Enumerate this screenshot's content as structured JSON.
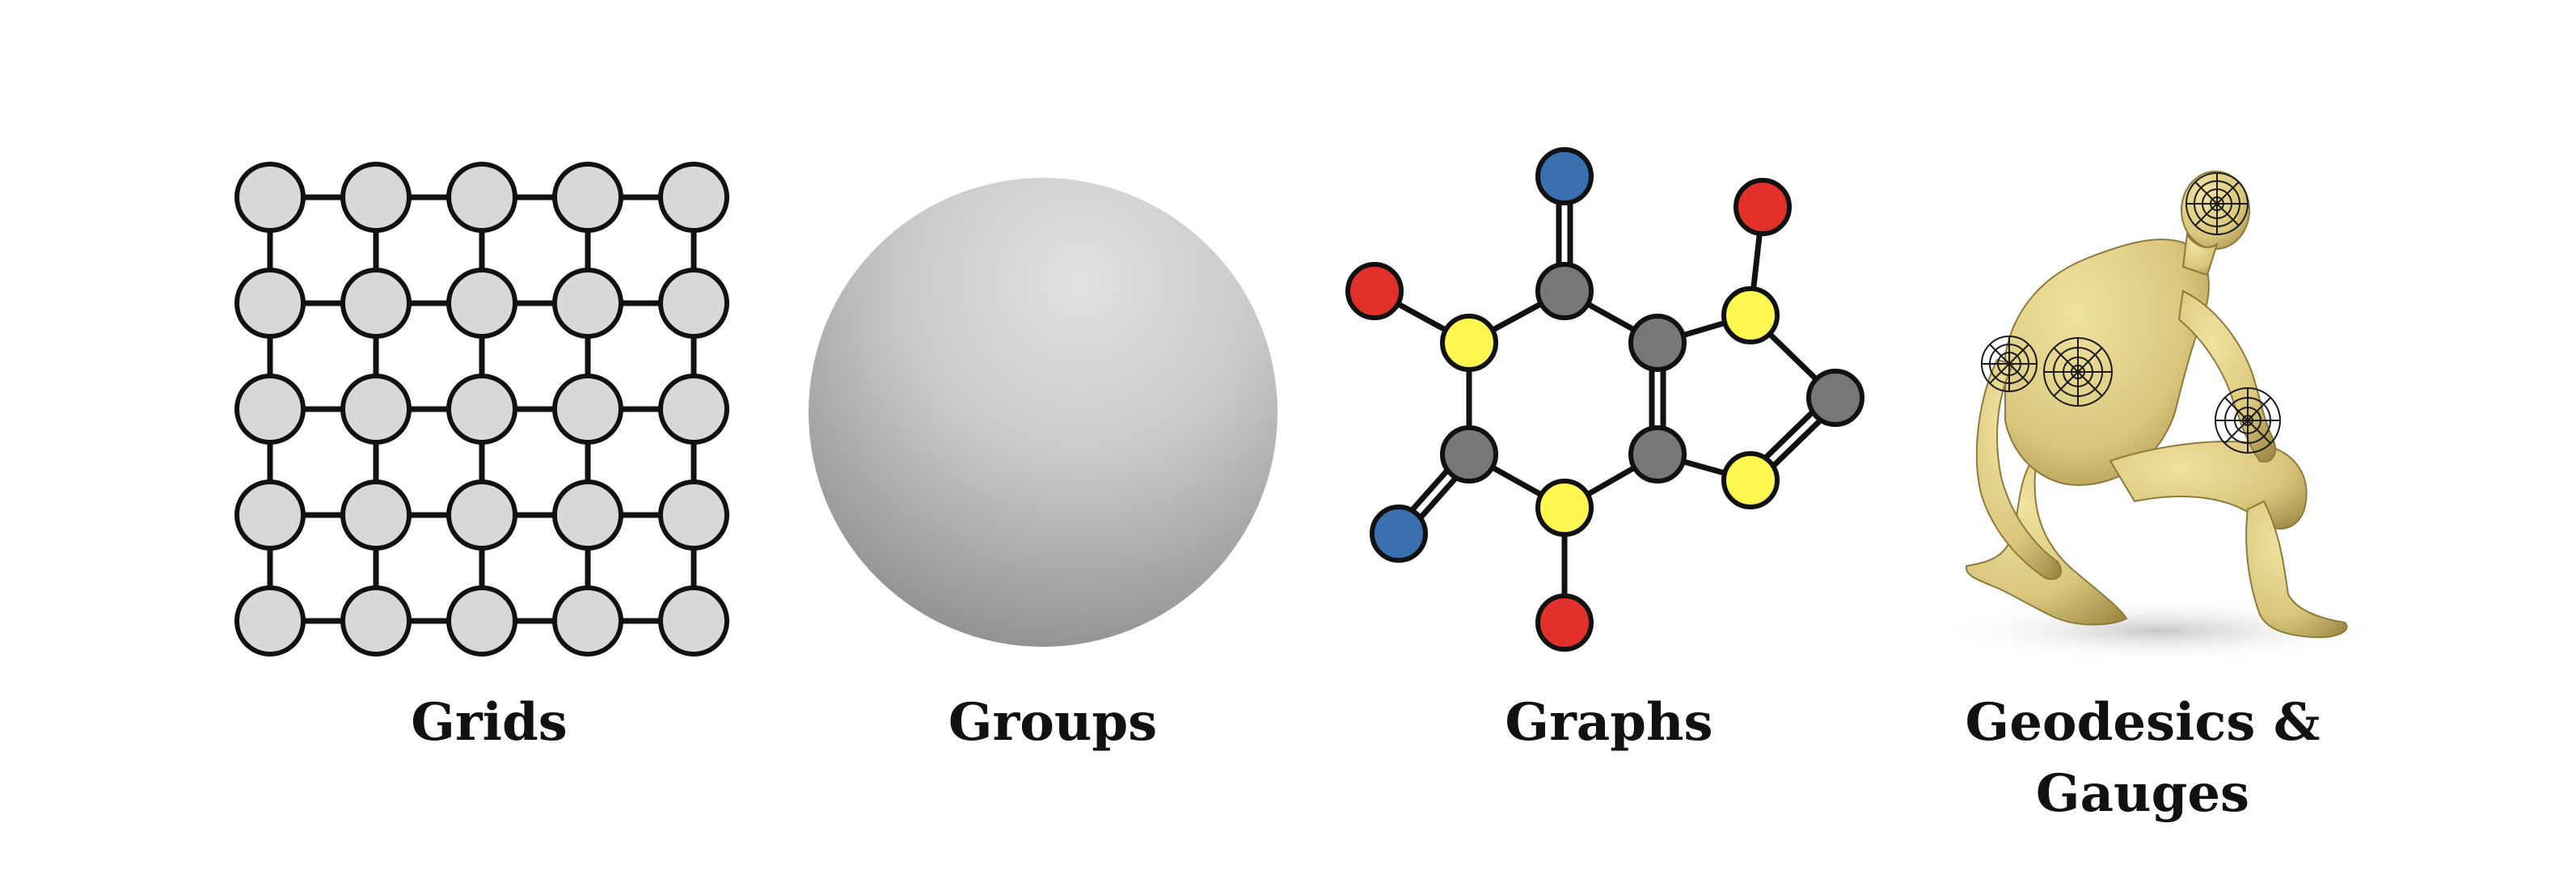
{
  "captions": {
    "grids": "Grids",
    "groups": "Groups",
    "graphs": "Graphs",
    "geodesics_line1": "Geodesics &",
    "geodesics_line2": "Gauges"
  },
  "grid": {
    "rows": 5,
    "cols": 5
  },
  "colors": {
    "grid_node": "#d8d8d8",
    "stroke": "#111111",
    "sphere_light": "#dedede",
    "sphere_dark": "#8c8c8c",
    "atom_gray": "#777777",
    "atom_yellow": "#fdf74f",
    "atom_red": "#e2302b",
    "atom_blue": "#3a6fb0",
    "figure_skin": "#d9c77c",
    "figure_shade": "#a8944d"
  },
  "molecule": {
    "atoms": [
      "blue",
      "red",
      "red",
      "gray",
      "yellow",
      "gray",
      "yellow",
      "gray",
      "gray",
      "gray",
      "yellow",
      "yellow",
      "blue",
      "red"
    ]
  }
}
